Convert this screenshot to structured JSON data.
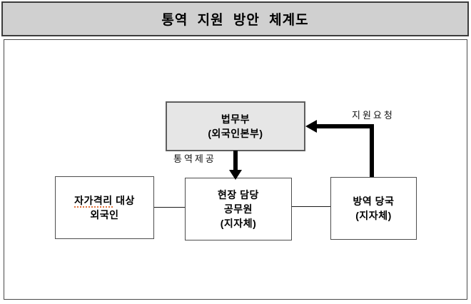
{
  "title": "통역 지원 방안 체계도",
  "diagram": {
    "nodes": {
      "ministry": {
        "line1": "법무부",
        "line2": "(외국인본부)"
      },
      "foreigner": {
        "line1_word1": "자가격리",
        "line1_word2": "대상",
        "line2": "외국인"
      },
      "official": {
        "line1": "현장 담당",
        "line2": "공무원",
        "line3": "(지자체)"
      },
      "authority": {
        "line1": "방역 당국",
        "line2": "(지자체)"
      }
    },
    "edges": {
      "provide_label": "통역제공",
      "request_label": "지원요청"
    }
  },
  "colors": {
    "title_bar_bg": "#d0d0d0",
    "ministry_bg": "#e6e6e6",
    "frame_border": "#3c3c3c",
    "box_border": "#4d4d4d",
    "arrow_color": "#000000",
    "spell_underline": "#e0713a"
  }
}
